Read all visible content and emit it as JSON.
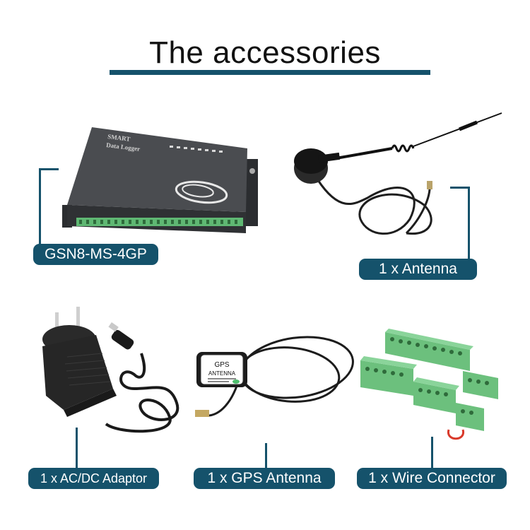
{
  "header": {
    "title": "The accessories"
  },
  "products": {
    "logger": {
      "label": "GSN8-MS-4GP",
      "device_text_line1": "SMART",
      "device_text_line2": "Data Logger"
    },
    "antenna": {
      "label": "1 x Antenna"
    },
    "adaptor": {
      "label": "1 x AC/DC Adaptor"
    },
    "gps": {
      "label": "1 x GPS Antenna",
      "device_text_line1": "GPS",
      "device_text_line2": "ANTENNA"
    },
    "connector": {
      "label": "1 x Wire Connector"
    }
  },
  "colors": {
    "accent": "#15526b",
    "terminal_green": "#5fb873",
    "device_body": "#3b3d40"
  }
}
